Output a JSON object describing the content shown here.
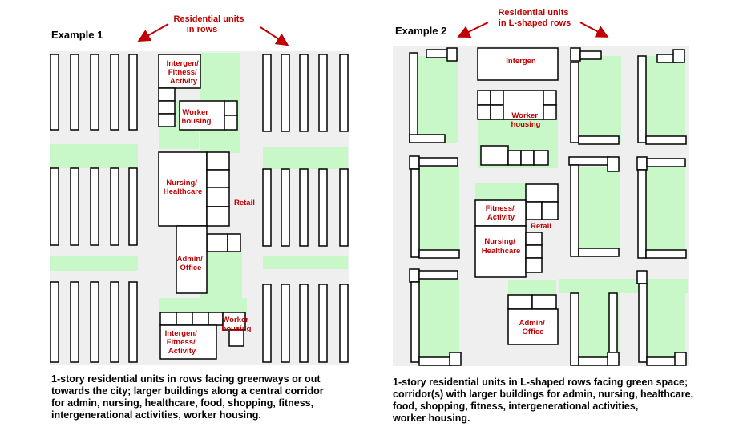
{
  "example1": {
    "title": "Example 1",
    "header": [
      "Residential units",
      "in rows"
    ],
    "labels": {
      "intergen_top": [
        "Intergen/",
        "Fitness/",
        "Activity"
      ],
      "worker_top": [
        "Worker",
        "housing"
      ],
      "nursing": [
        "Nursing/",
        "Healthcare"
      ],
      "retail": "Retail",
      "admin": [
        "Admin/",
        "Office"
      ],
      "intergen_bottom": [
        "Intergen/",
        "Fitness/",
        "Activity"
      ],
      "worker_bottom": [
        "Worker",
        "housing"
      ]
    },
    "caption": [
      "1-story residential units in rows facing greenways or out",
      "towards the city; larger buildings along a central corridor",
      "for admin, nursing, healthcare, food, shopping, fitness,",
      "intergenerational activities, worker housing."
    ]
  },
  "example2": {
    "title": "Example 2",
    "header": [
      "Residential units",
      "in L-shaped rows"
    ],
    "labels": {
      "intergen": "Intergen",
      "worker": [
        "Worker",
        "housing"
      ],
      "fitness": [
        "Fitness/",
        "Activity"
      ],
      "retail": "Retail",
      "nursing": [
        "Nursing/",
        "Healthcare"
      ],
      "admin": [
        "Admin/",
        "Office"
      ]
    },
    "caption": [
      "1-story residential units in L-shaped rows facing green space;",
      "corridor(s) with larger buildings for admin, nursing, healthcare,",
      "food, shopping, fitness, intergenerational activities,",
      "worker housing."
    ]
  },
  "colors": {
    "label_red": "#c00000",
    "green_space": "#c8f7c8",
    "plan_background": "#efefef",
    "building_fill": "#ffffff",
    "outline": "#000000"
  }
}
